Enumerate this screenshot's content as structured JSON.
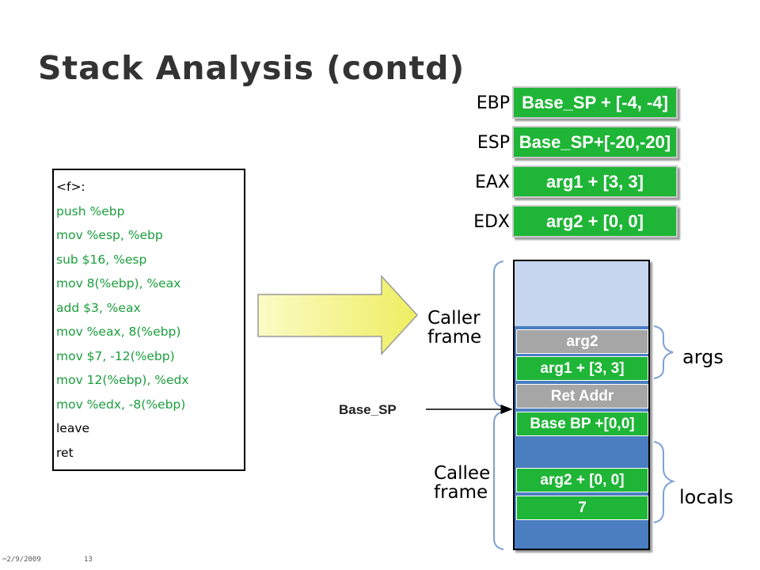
{
  "title": "Stack Analysis (contd)",
  "registers": [
    {
      "name": "EBP",
      "value": "Base_SP + [-4, -4]"
    },
    {
      "name": "ESP",
      "value": "Base_SP+[-20,-20]"
    },
    {
      "name": "EAX",
      "value": "arg1 + [3, 3]"
    },
    {
      "name": "EDX",
      "value": "arg2 + [0, 0]"
    }
  ],
  "code": [
    {
      "text": "<f>:",
      "color": "black"
    },
    {
      "text": "push  %ebp",
      "color": "green"
    },
    {
      "text": "mov %esp, %ebp",
      "color": "green"
    },
    {
      "text": "sub $16, %esp",
      "color": "green"
    },
    {
      "text": "mov 8(%ebp), %eax",
      "color": "green"
    },
    {
      "text": "add $3, %eax",
      "color": "green"
    },
    {
      "text": "mov %eax, 8(%ebp)",
      "color": "green"
    },
    {
      "text": "mov $7, -12(%ebp)",
      "color": "green"
    },
    {
      "text": "mov 12(%ebp), %edx",
      "color": "green"
    },
    {
      "text": "mov %edx, -8(%ebp)",
      "color": "green"
    },
    {
      "text": "leave",
      "color": "black"
    },
    {
      "text": "ret",
      "color": "black"
    }
  ],
  "stack": {
    "arg2": "arg2",
    "arg1": "arg1  + [3, 3]",
    "ret_addr": "Ret Addr",
    "base_bp": "Base BP +[0,0]",
    "local_arg2": "arg2 + [0, 0]",
    "local_7": "7"
  },
  "labels": {
    "caller": "Caller\nframe",
    "callee": "Callee\nframe",
    "args": "args",
    "locals": "locals",
    "base_sp": "Base_SP"
  },
  "footer": {
    "date": "2/9/2009",
    "page": "13"
  },
  "colors": {
    "green": "#1fb537",
    "code_green": "#1a9e3c",
    "gray": "#a6a6a6",
    "light_blue": "#c5d6ee",
    "blue": "#4a7ec0",
    "arrow_yellow": "#f5f58a"
  }
}
